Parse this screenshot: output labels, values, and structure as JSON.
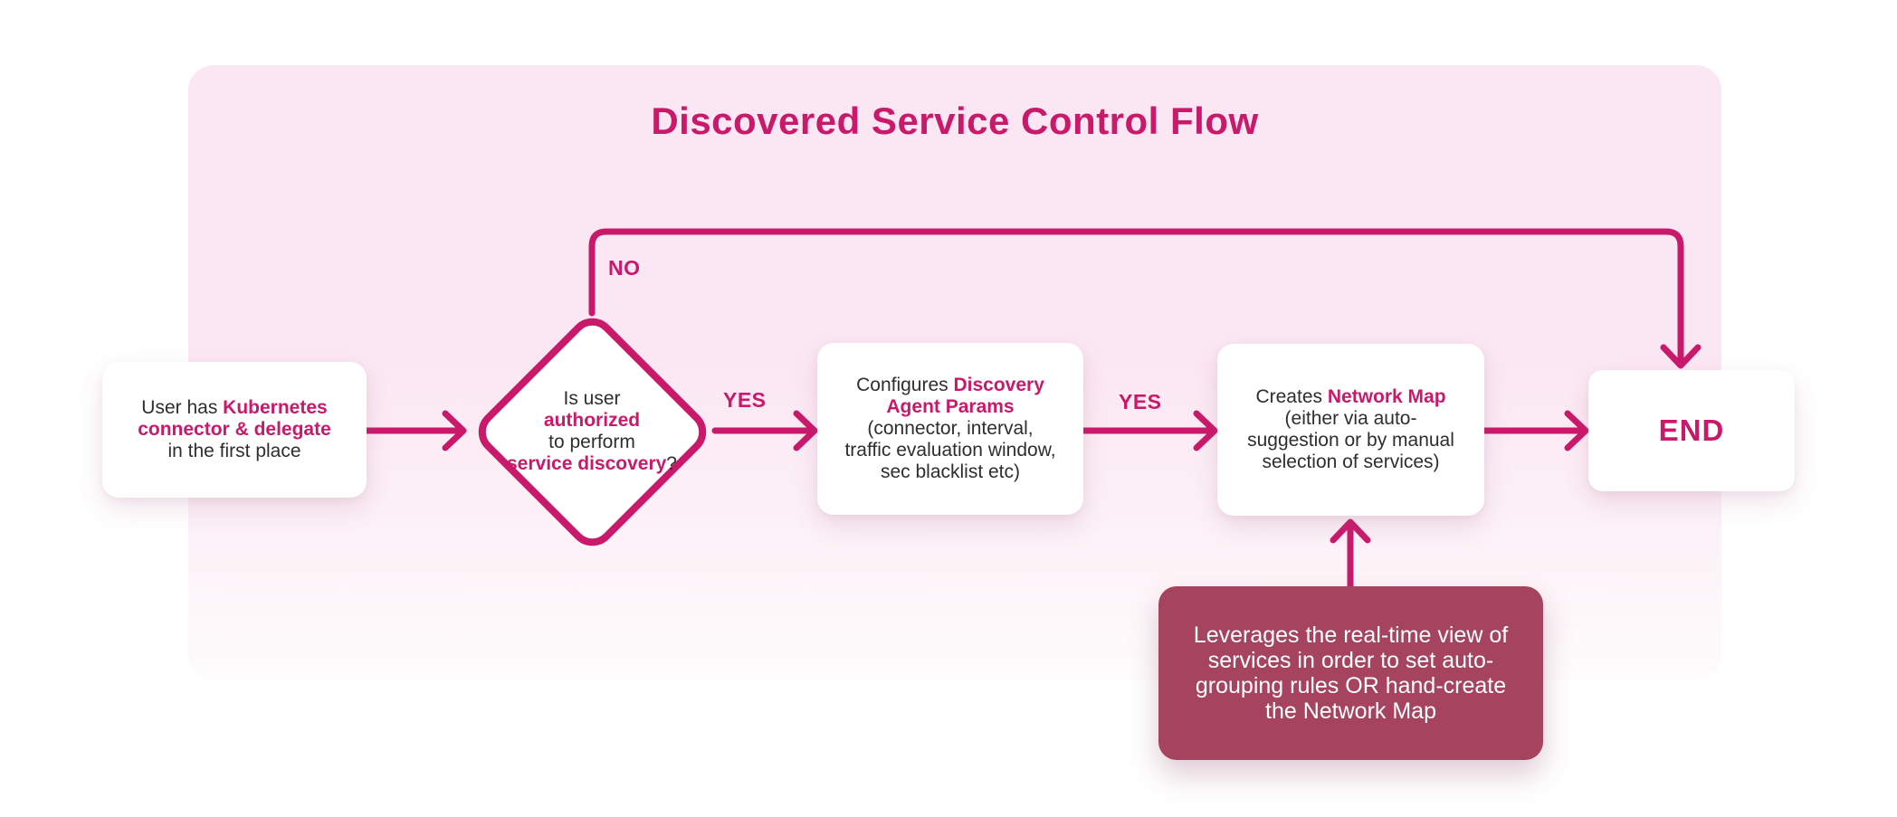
{
  "title": "Discovered Service Control Flow",
  "colors": {
    "accent": "#c9196b",
    "panel_pink_top": "#fbe7f3",
    "panel_pink_bottom": "#fefcfd",
    "node_background": "#ffffff",
    "note_background": "#a6435e",
    "body_text": "#2e2e2e",
    "note_text": "#ffffff"
  },
  "labels": {
    "no": "NO",
    "yes_1": "YES",
    "yes_2": "YES"
  },
  "nodes": {
    "start": {
      "line1_plain": "User has ",
      "line1_accent": "Kubernetes",
      "line2_accent": "connector & delegate",
      "line3_plain": "in the first place"
    },
    "decision": {
      "line1": "Is user",
      "line2_accent": "authorized",
      "line3": "to perform",
      "line4_accent": "service discovery",
      "line4_suffix": "?"
    },
    "config": {
      "line1_plain": "Configures ",
      "line1_accent": "Discovery",
      "line2_accent": "Agent Params",
      "line3": "(connector, interval,",
      "line4": "traffic evaluation window,",
      "line5": "sec blacklist etc)"
    },
    "create": {
      "line1_plain": "Creates ",
      "line1_accent": "Network Map",
      "line2": "(either via auto-",
      "line3": "suggestion or by manual",
      "line4": "selection of services)"
    },
    "end": {
      "label": "END"
    },
    "note": {
      "line1": "Leverages the real-time view of",
      "line2": "services in order to set auto-",
      "line3": "grouping rules OR hand-create",
      "line4": "the Network Map"
    }
  }
}
